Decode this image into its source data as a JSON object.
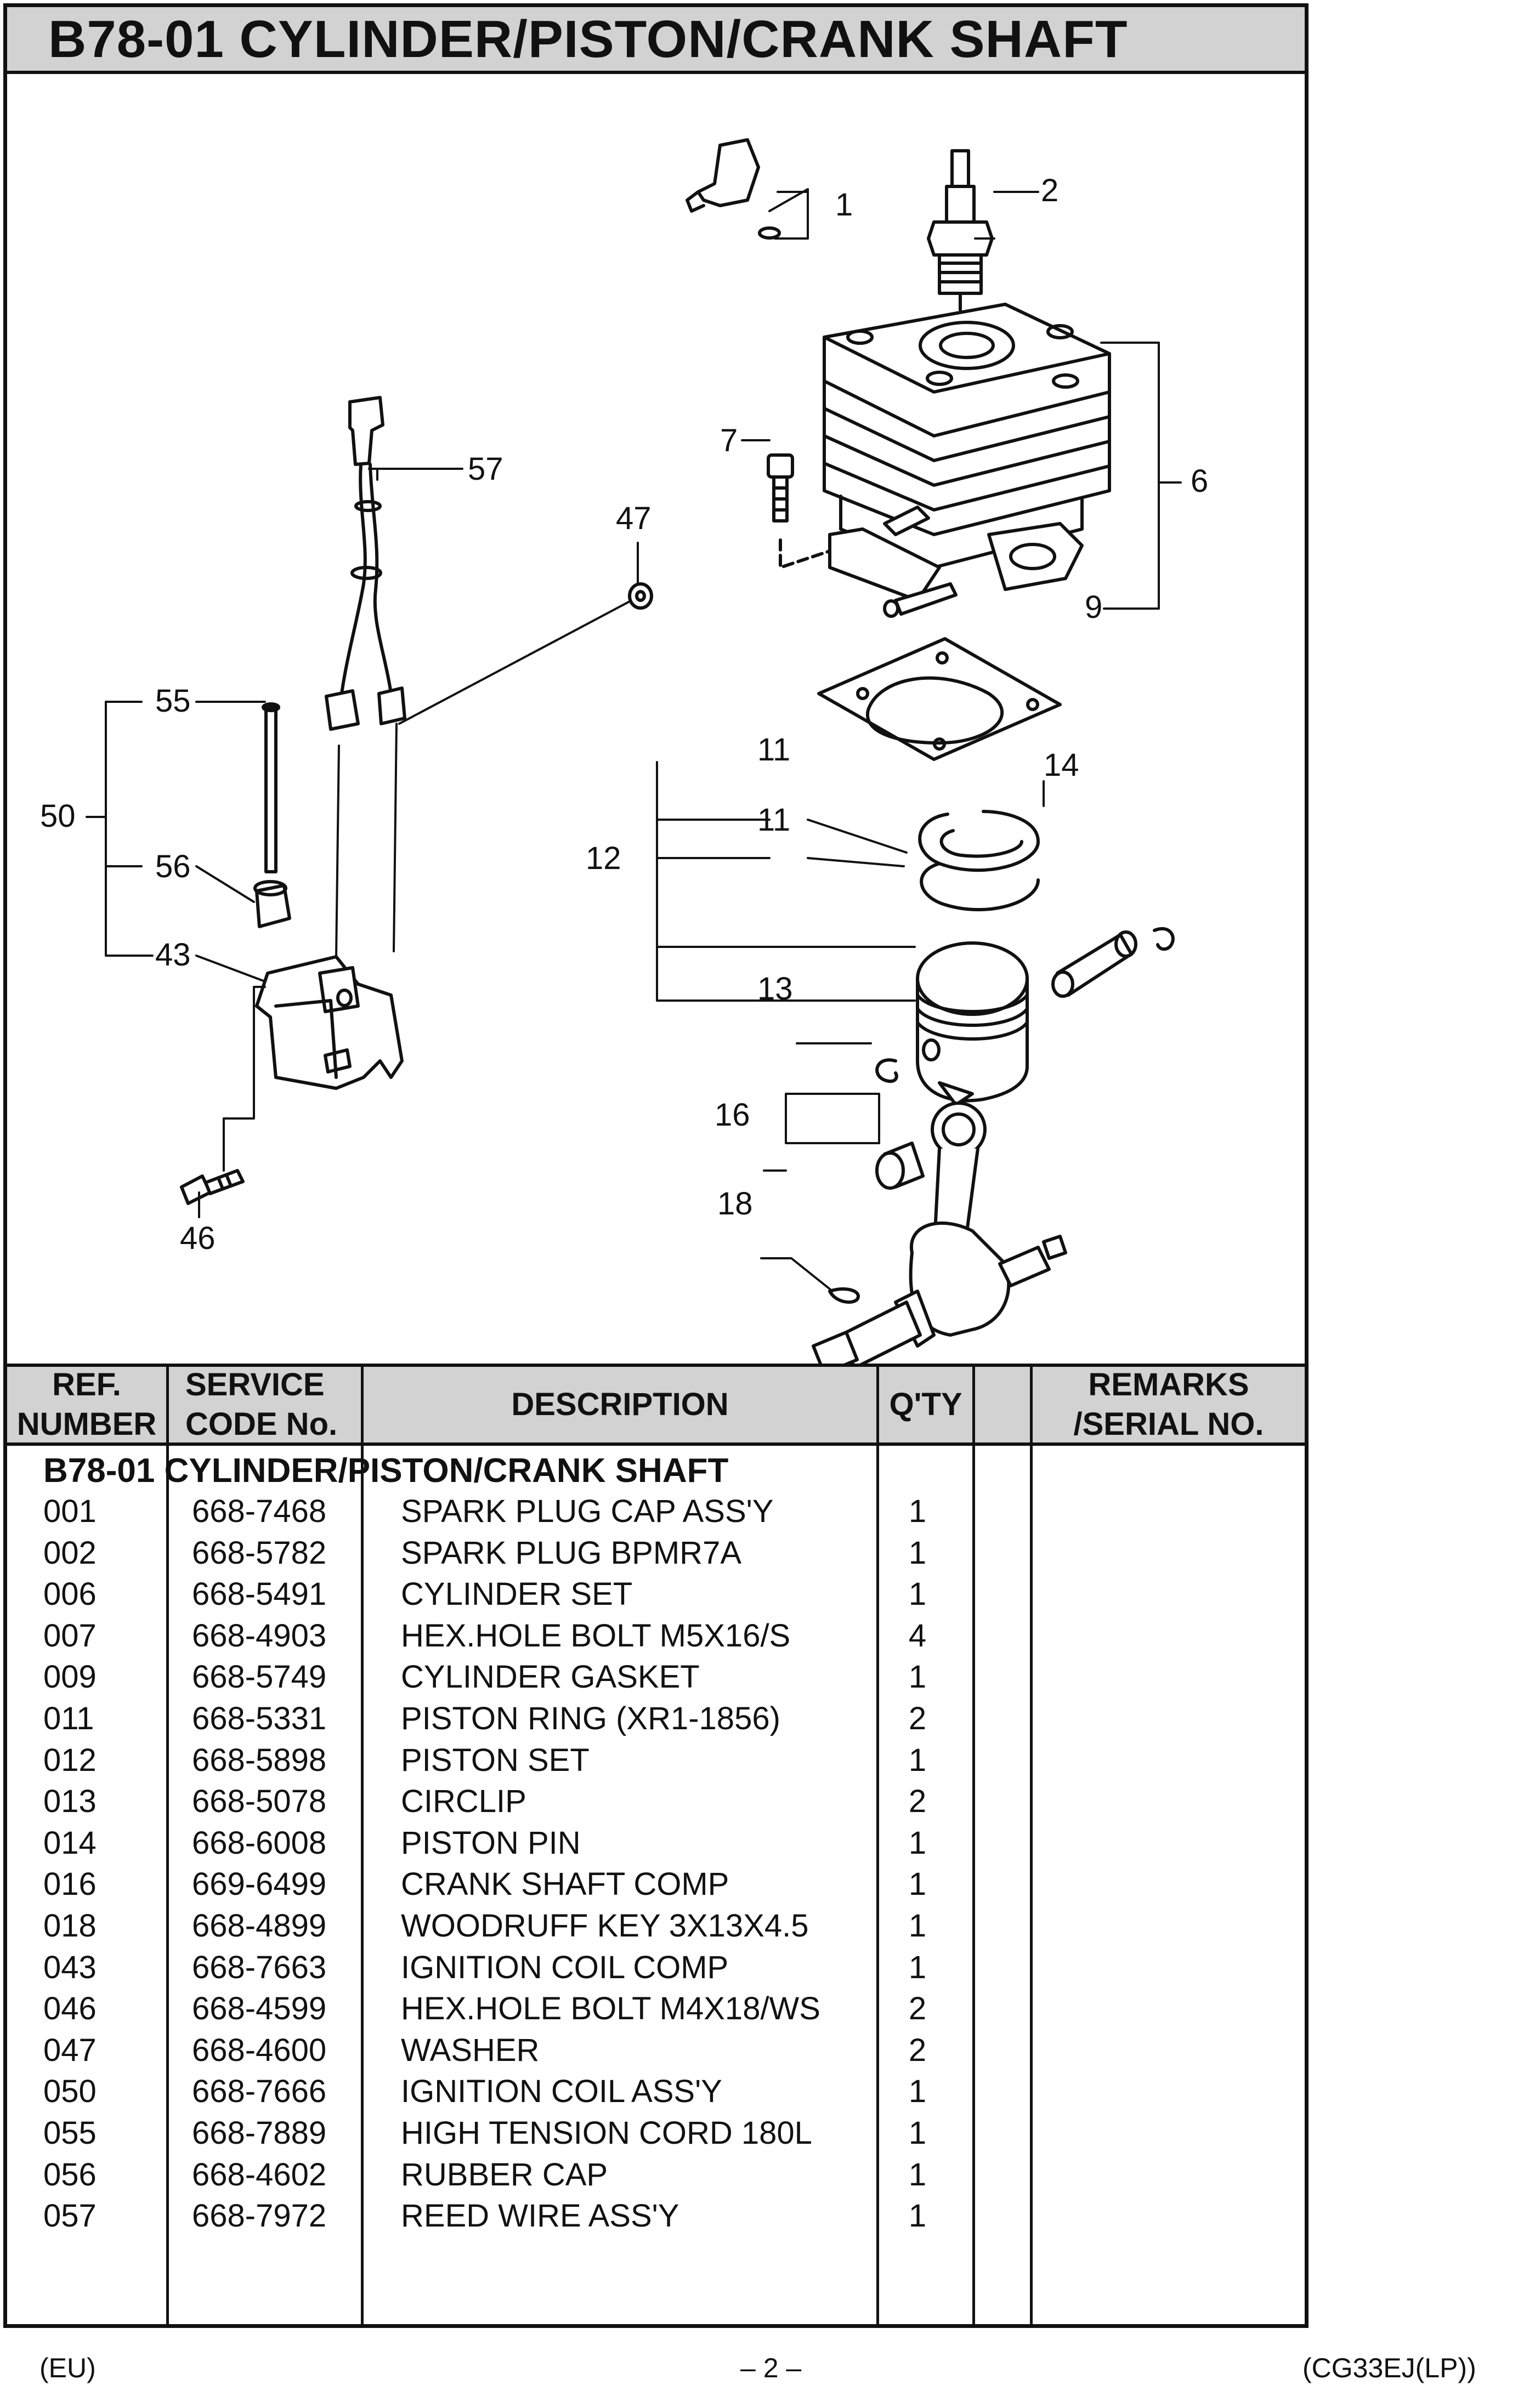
{
  "page_title": "B78-01 CYLINDER/PISTON/CRANK SHAFT",
  "diagram": {
    "callouts": [
      "1",
      "2",
      "6",
      "7",
      "9",
      "11",
      "11",
      "12",
      "13",
      "14",
      "16",
      "18",
      "43",
      "46",
      "47",
      "50",
      "55",
      "56",
      "57"
    ]
  },
  "table": {
    "headers": {
      "ref_line1": "REF.",
      "ref_line2": "NUMBER",
      "code_line1": "SERVICE",
      "code_line2": "CODE No.",
      "description": "DESCRIPTION",
      "qty": "Q'TY",
      "remarks_line1": "REMARKS",
      "remarks_line2": "/SERIAL NO."
    },
    "section_title": "B78-01 CYLINDER/PISTON/CRANK SHAFT",
    "rows": [
      {
        "ref": "001",
        "code": "668-7468",
        "description": "SPARK PLUG CAP ASS'Y",
        "qty": "1"
      },
      {
        "ref": "002",
        "code": "668-5782",
        "description": "SPARK PLUG BPMR7A",
        "qty": "1"
      },
      {
        "ref": "006",
        "code": "668-5491",
        "description": "CYLINDER SET",
        "qty": "1"
      },
      {
        "ref": "007",
        "code": "668-4903",
        "description": "HEX.HOLE BOLT M5X16/S",
        "qty": "4"
      },
      {
        "ref": "009",
        "code": "668-5749",
        "description": "CYLINDER GASKET",
        "qty": "1"
      },
      {
        "ref": "011",
        "code": "668-5331",
        "description": "PISTON RING (XR1-1856)",
        "qty": "2"
      },
      {
        "ref": "012",
        "code": "668-5898",
        "description": "PISTON SET",
        "qty": "1"
      },
      {
        "ref": "013",
        "code": "668-5078",
        "description": "CIRCLIP",
        "qty": "2"
      },
      {
        "ref": "014",
        "code": "668-6008",
        "description": "PISTON PIN",
        "qty": "1"
      },
      {
        "ref": "016",
        "code": "669-6499",
        "description": "CRANK SHAFT COMP",
        "qty": "1"
      },
      {
        "ref": "018",
        "code": "668-4899",
        "description": "WOODRUFF KEY 3X13X4.5",
        "qty": "1"
      },
      {
        "ref": "043",
        "code": "668-7663",
        "description": "IGNITION COIL COMP",
        "qty": "1"
      },
      {
        "ref": "046",
        "code": "668-4599",
        "description": "HEX.HOLE BOLT M4X18/WS",
        "qty": "2"
      },
      {
        "ref": "047",
        "code": "668-4600",
        "description": "WASHER",
        "qty": "2"
      },
      {
        "ref": "050",
        "code": "668-7666",
        "description": "IGNITION COIL ASS'Y",
        "qty": "1"
      },
      {
        "ref": "055",
        "code": "668-7889",
        "description": "HIGH TENSION CORD 180L",
        "qty": "1"
      },
      {
        "ref": "056",
        "code": "668-4602",
        "description": "RUBBER CAP",
        "qty": "1"
      },
      {
        "ref": "057",
        "code": "668-7972",
        "description": "REED WIRE ASS'Y",
        "qty": "1"
      }
    ]
  },
  "footer": {
    "left": "(EU)",
    "center": "– 2 –",
    "right": "(CG33EJ(LP))"
  }
}
